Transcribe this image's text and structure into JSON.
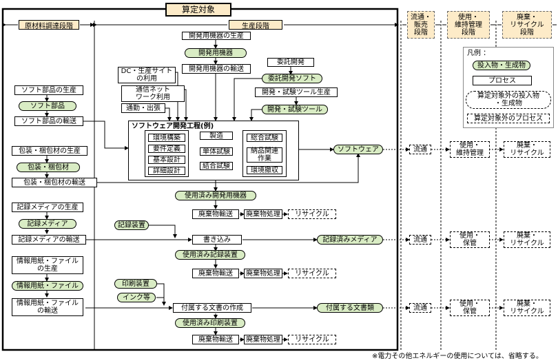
{
  "title": "算定対象",
  "phases": {
    "materials": "原材料調達段階",
    "production": "生産段階",
    "distribution": "流通・\n販売\n段階",
    "use": "使用・\n維持管理\n段階",
    "disposal": "廃棄・\nリサイクル\n段階"
  },
  "dev_equipment": {
    "production": "開発用機器の生産",
    "product": "開発用機器",
    "transport": "開発用機器の輸送"
  },
  "dc_site": "DC・生産サイト\nの利用",
  "network": "通信ネット\nワーク利用",
  "commute": "通勤・出張",
  "outsourcing": {
    "label": "委託開発",
    "product": "委託開発ソフト"
  },
  "test_tools": {
    "production": "開発・試験ツール生産",
    "product": "開発・試験ツール"
  },
  "soft_parts": {
    "production": "ソフト部品の生産",
    "product": "ソフト部品",
    "transport": "ソフト部品の輸送"
  },
  "packaging": {
    "production": "包装・梱包材の生産",
    "product": "包装・梱包材",
    "transport": "包装・梱包材の輸送"
  },
  "media": {
    "production": "記録メディアの生産",
    "product": "記録メディア",
    "transport": "記録メディアの輸送"
  },
  "paper": {
    "production": "情報用紙・ファイル\nの生産",
    "product": "情報用紙・ファイル",
    "transport": "情報用紙・ファイル\nの輸送"
  },
  "dev_process": {
    "title": "ソフトウェア開発工程(例)",
    "col1": [
      "環境構築",
      "要件定義",
      "基本設計",
      "詳細設計"
    ],
    "col2": [
      "製造",
      "単体試験",
      "結合試験"
    ],
    "col3": [
      "総合試験",
      "納品関連\n作業",
      "環境撤収"
    ]
  },
  "software": "ソフトウェア",
  "used_dev_equipment": "使用済み開発用機器",
  "waste_transport": "廃棄物輸送",
  "waste_processing": "廃棄物処理",
  "recycle": "リサイクル",
  "recording_device": "記録装置",
  "writing": "書き込み",
  "recorded_media": "記録済みメディア",
  "used_recording_device": "使用済み記録装置",
  "printer": "印刷装置",
  "ink": "インク等",
  "doc_creation": "付属する文書の作成",
  "attached_docs": "付属する文書類",
  "used_printer": "使用済み印刷装置",
  "distribution": "流通",
  "use_maintenance": "使用・\n維持管理",
  "use_storage": "使用・\n保管",
  "disposal_recycle": "廃棄・\nリサイクル",
  "legend": {
    "title": "凡例 ：",
    "input_output": "投入物・生成物",
    "process": "プロセス",
    "excluded_io": "算定対象外の投入物\n・生成物",
    "excluded_process": "算定対象外のプロセス"
  },
  "footnote": "※電力その他エネルギーの使用については、省略する。"
}
